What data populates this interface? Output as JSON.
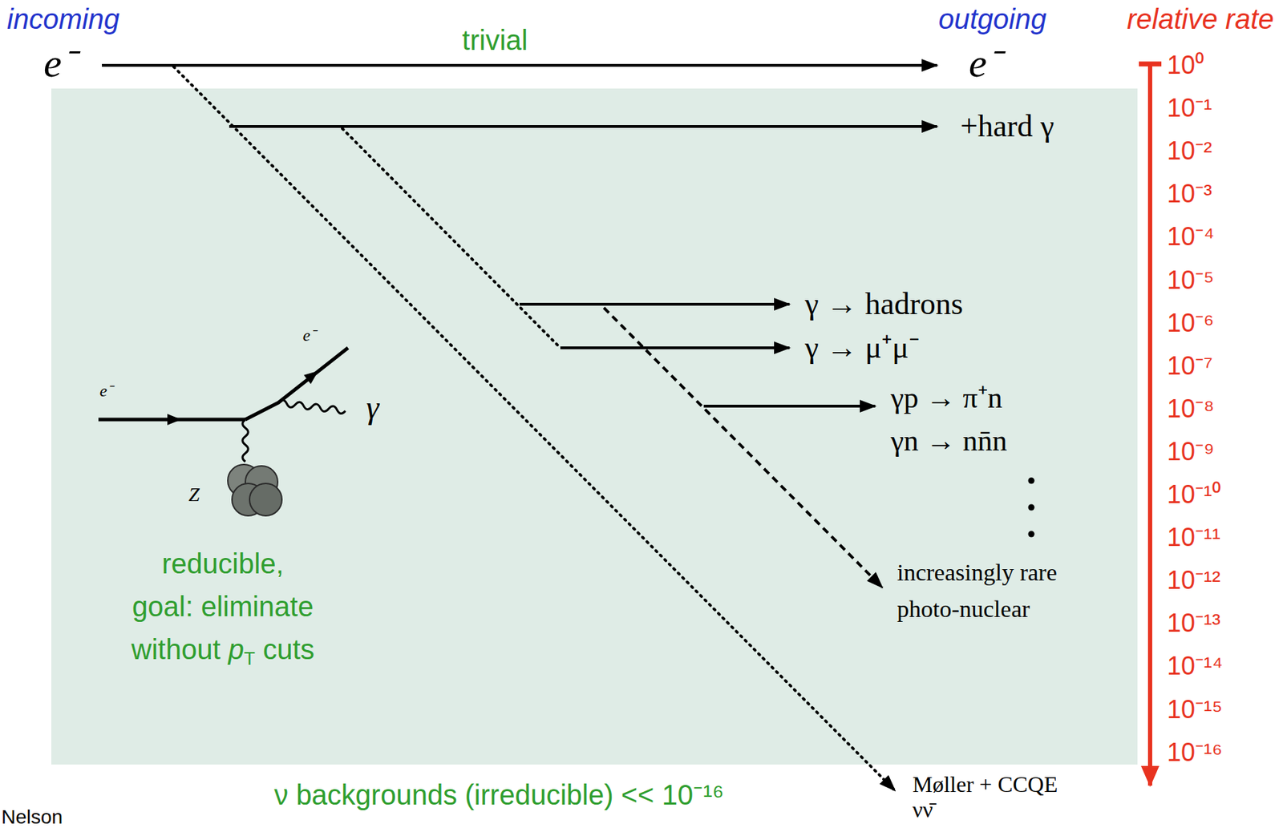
{
  "diagram": {
    "nodes": [
      {
        "text": [
          "reducible, goal: eliminate without pT cuts"
        ]
      }
    ],
    "labels": [
      "incoming",
      "outgoing",
      "relative rate",
      "e⁻",
      "trivial",
      "e⁻",
      "10⁰",
      "10⁻¹",
      "10⁻²",
      "10⁻³",
      "10⁻⁴",
      "10⁻⁵",
      "10⁻⁶",
      "10⁻⁷",
      "10⁻⁸",
      "10⁻⁹",
      "10⁻¹⁰",
      "10⁻¹¹",
      "10⁻¹²",
      "10⁻¹³",
      "10⁻¹⁴",
      "10⁻¹⁵",
      "10⁻¹⁶",
      "+hard γ",
      "γ → hadrons",
      "γ → μ⁺μ⁻",
      "γp → π⁺n",
      "γn → nn̄n",
      "increasingly rare photo-nuclear",
      "e⁻",
      "e⁻",
      "γ",
      "Z",
      "Møller + CCQE",
      "νν̄",
      "ν backgrounds (irreducible) << 10⁻¹⁶",
      "Nelson"
    ]
  }
}
